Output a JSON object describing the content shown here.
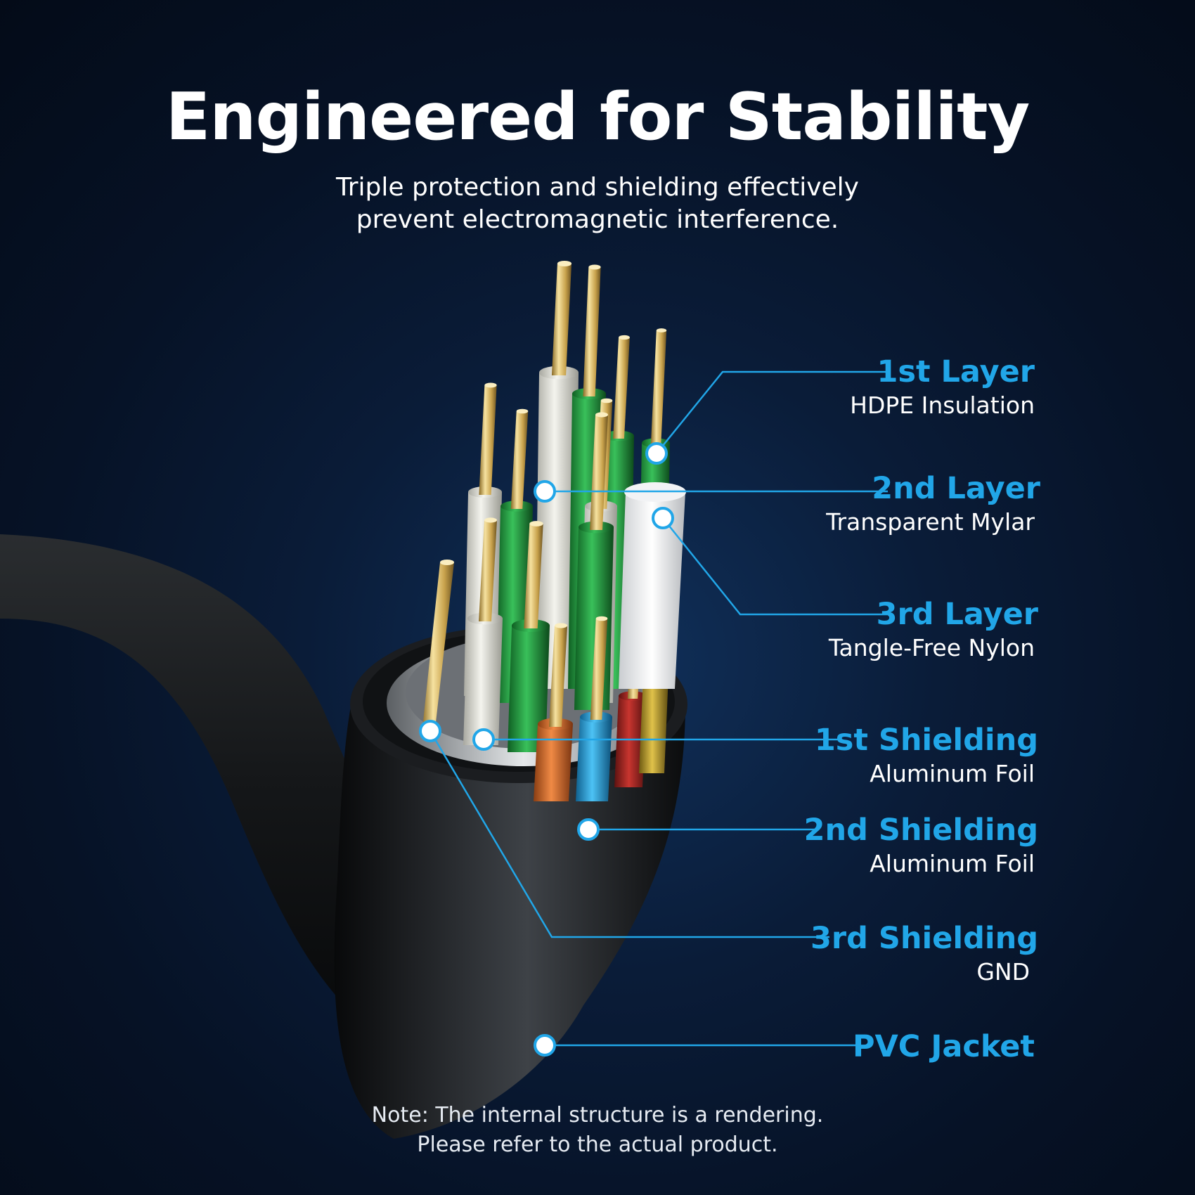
{
  "header": {
    "title": "Engineered for Stability",
    "subtitle_lines": [
      "Triple protection and shielding effectively",
      "prevent electromagnetic interference."
    ]
  },
  "callouts": [
    {
      "title": "1st Layer",
      "subtitle": "HDPE Insulation"
    },
    {
      "title": "2nd Layer",
      "subtitle": "Transparent Mylar"
    },
    {
      "title": "3rd Layer",
      "subtitle": "Tangle-Free Nylon"
    },
    {
      "title": "1st Shielding",
      "subtitle": "Aluminum Foil"
    },
    {
      "title": "2nd Shielding",
      "subtitle": "Aluminum Foil"
    },
    {
      "title": "3rd Shielding",
      "subtitle": "GND"
    },
    {
      "title": "PVC Jacket"
    }
  ],
  "footer": {
    "note_lines": [
      "Note: The internal structure is a rendering.",
      "Please refer to the actual product."
    ]
  },
  "colors": {
    "accent": "#21a6e8",
    "background": "#061226",
    "text": "#ffffff",
    "gold": "#d9b860",
    "green_insulation": "#2aa645",
    "white_insulation": "#e8e8e2",
    "orange_insulation": "#d87330",
    "blue_insulation": "#2aa8e6",
    "red_insulation": "#b02a28",
    "yellow_insulation": "#c9a830",
    "jacket": "#141618"
  }
}
